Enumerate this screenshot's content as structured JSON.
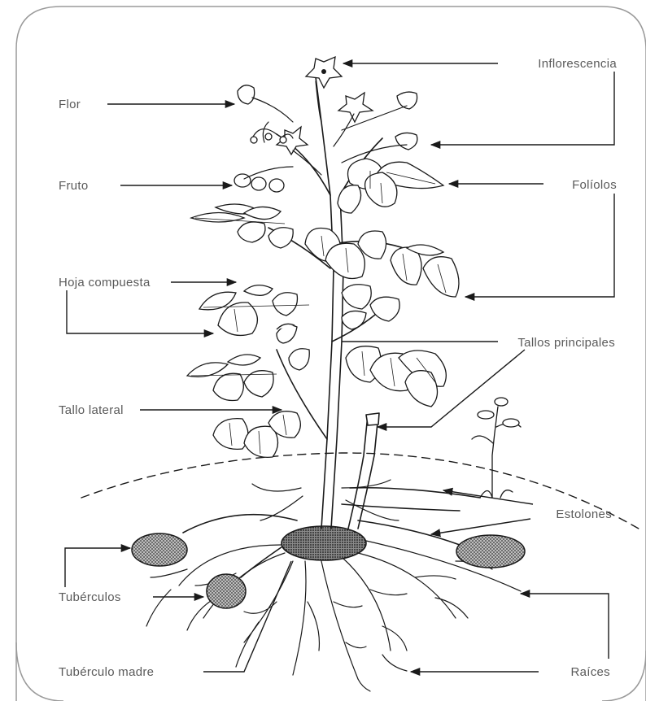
{
  "labels": {
    "inflorescencia": "Inflorescencia",
    "flor": "Flor",
    "fruto": "Fruto",
    "foliolos": "Folíolos",
    "hoja_compuesta": "Hoja compuesta",
    "tallos_principales": "Tallos principales",
    "tallo_lateral": "Tallo lateral",
    "estolones": "Estolones",
    "tuberculos": "Tubérculos",
    "tuberculo_madre": "Tubérculo madre",
    "raices": "Raíces"
  },
  "colors": {
    "ink": "#1a1a1a",
    "label_text": "#5a5a5a",
    "frame": "#9a9a9a",
    "tuber_fill": "#7a7a7a"
  }
}
